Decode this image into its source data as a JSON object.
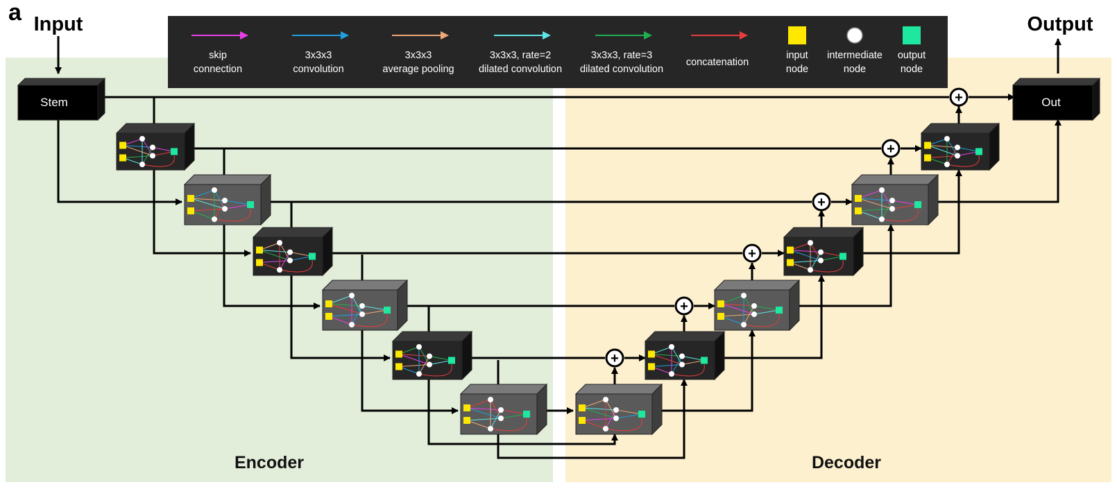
{
  "panel_label": "a",
  "input_label": "Input",
  "output_label": "Output",
  "stem_label": "Stem",
  "out_label": "Out",
  "encoder_label": "Encoder",
  "decoder_label": "Decoder",
  "plus_symbol": "+",
  "legend": [
    {
      "key": "skip",
      "kind": "arrow",
      "color": "#e83ee8",
      "lines": [
        "skip",
        "connection"
      ]
    },
    {
      "key": "conv",
      "kind": "arrow",
      "color": "#1ea0e0",
      "lines": [
        "3x3x3",
        "convolution"
      ]
    },
    {
      "key": "pool",
      "kind": "arrow",
      "color": "#f0a878",
      "lines": [
        "3x3x3",
        "average pooling"
      ]
    },
    {
      "key": "dil2",
      "kind": "arrow",
      "color": "#5ee6e6",
      "lines": [
        "3x3x3, rate=2",
        "dilated convolution"
      ]
    },
    {
      "key": "dil3",
      "kind": "arrow",
      "color": "#20b050",
      "lines": [
        "3x3x3, rate=3",
        "dilated convolution"
      ]
    },
    {
      "key": "concat",
      "kind": "arrow",
      "color": "#e83c3c",
      "lines": [
        "concatenation"
      ]
    },
    {
      "key": "input_node",
      "kind": "square",
      "color": "#ffe800",
      "lines": [
        "input",
        "node"
      ]
    },
    {
      "key": "intermediate_node",
      "kind": "circle",
      "color": "#ffffff",
      "lines": [
        "intermediate",
        "node"
      ]
    },
    {
      "key": "output_node",
      "kind": "square",
      "color": "#1ee8a0",
      "lines": [
        "output",
        "node"
      ]
    }
  ],
  "colors": {
    "encoder_bg": "#e2eed9",
    "decoder_bg": "#fdf0cf",
    "legend_bg": "#262626",
    "cell_dark": "#262626",
    "cell_gray": "#5a5a5a"
  }
}
